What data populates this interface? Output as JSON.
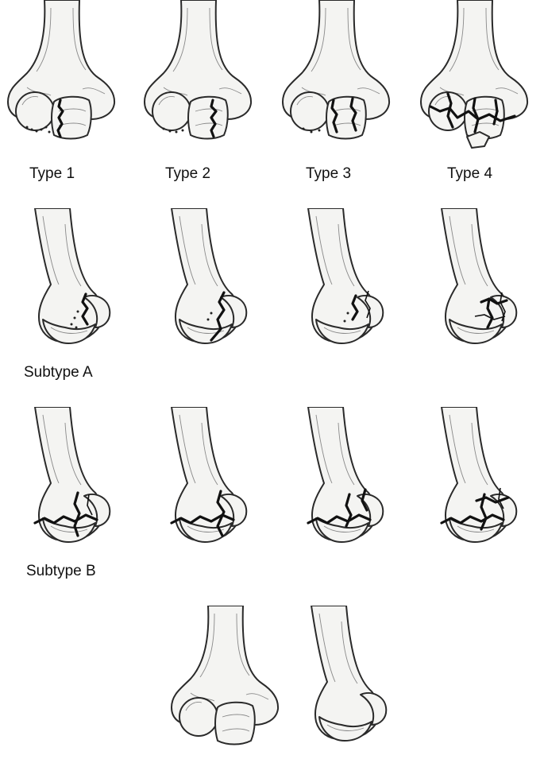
{
  "labels": {
    "type1": "Type 1",
    "type2": "Type 2",
    "type3": "Type 3",
    "type4": "Type 4",
    "subtypeA": "Subtype A",
    "subtypeB": "Subtype B"
  },
  "colors": {
    "bone_fill": "#f4f4f2",
    "outline": "#2a2a2a",
    "fracture": "#111111",
    "label_text": "#111111"
  },
  "figures": [
    {
      "row": "type",
      "fracture_type": 1,
      "view": "anterior"
    },
    {
      "row": "type",
      "fracture_type": 2,
      "view": "anterior"
    },
    {
      "row": "type",
      "fracture_type": 3,
      "view": "anterior"
    },
    {
      "row": "type",
      "fracture_type": 4,
      "view": "anterior"
    },
    {
      "row": "subtype-A",
      "fracture_type": 1,
      "view": "lateral"
    },
    {
      "row": "subtype-A",
      "fracture_type": 2,
      "view": "lateral"
    },
    {
      "row": "subtype-A",
      "fracture_type": 3,
      "view": "lateral"
    },
    {
      "row": "subtype-A",
      "fracture_type": 4,
      "view": "lateral"
    },
    {
      "row": "subtype-B",
      "fracture_type": 1,
      "view": "lateral"
    },
    {
      "row": "subtype-B",
      "fracture_type": 2,
      "view": "lateral"
    },
    {
      "row": "subtype-B",
      "fracture_type": 3,
      "view": "lateral"
    },
    {
      "row": "subtype-B",
      "fracture_type": 4,
      "view": "lateral"
    },
    {
      "row": "normal",
      "fracture_type": 0,
      "view": "anterior"
    },
    {
      "row": "normal",
      "fracture_type": 0,
      "view": "lateral"
    }
  ]
}
